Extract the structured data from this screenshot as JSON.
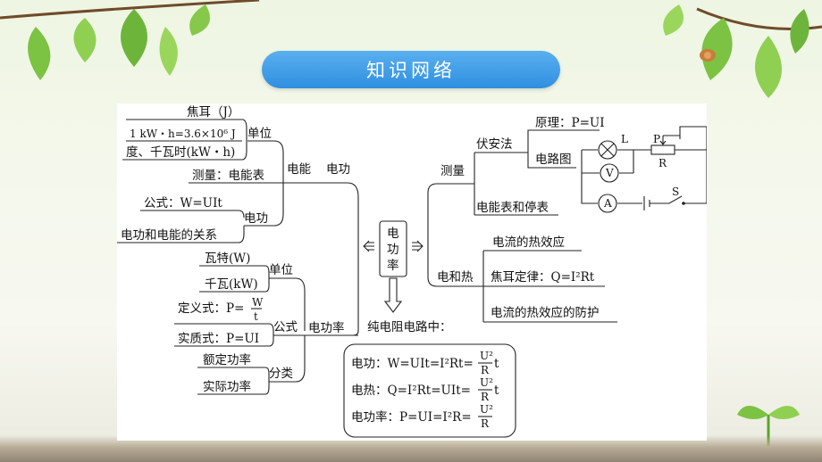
{
  "title": "知识网络",
  "center": [
    "电",
    "功",
    "率"
  ],
  "left": {
    "dianneng": "电能",
    "diangong": "电功",
    "unit_label": "单位",
    "units": [
      "焦耳（J）",
      "1 kW・h=3.6×10⁶ J",
      "度、千瓦时(kW・h)"
    ],
    "measure": "测量：电能表",
    "formula": "公式：W=UIt",
    "diangong_small": "电功",
    "relation": "电功和电能的关系",
    "power": "电功率",
    "power_unit_label": "单位",
    "power_units": [
      "瓦特(W)",
      "千瓦(kW)"
    ],
    "gongshi": "公式",
    "def_formula": "定义式：P=",
    "def_frac_num": "W",
    "def_frac_den": "t",
    "real_formula": "实质式：P=UI",
    "fenlei": "分类",
    "rated": "额定功率",
    "actual": "实际功率"
  },
  "right": {
    "celiang": "测量",
    "fuanfa": "伏安法",
    "principle": "原理：P=UI",
    "circuit": "电路图",
    "meter": "电能表和停表",
    "dianhere": "电和热",
    "heat_effect": "电流的热效应",
    "joule_law": "焦耳定律：Q=I²Rt",
    "protect": "电流的热效应的防护",
    "circuit_labels": {
      "L": "L",
      "P": "P",
      "R": "R",
      "V": "V",
      "A": "A",
      "S": "S"
    }
  },
  "bottom": {
    "heading": "纯电阻电路中：",
    "rows": [
      {
        "label": "电功：W=UIt=I²Rt=",
        "num": "U²",
        "den": "R",
        "tail": "t"
      },
      {
        "label": "电热：Q=I²Rt=UIt=",
        "num": "U²",
        "den": "R",
        "tail": "t"
      },
      {
        "label": "电功率：P=UI=I²R=",
        "num": "U²",
        "den": "R",
        "tail": ""
      }
    ]
  },
  "colors": {
    "pill": "#3d9be6",
    "ink": "#111111"
  }
}
